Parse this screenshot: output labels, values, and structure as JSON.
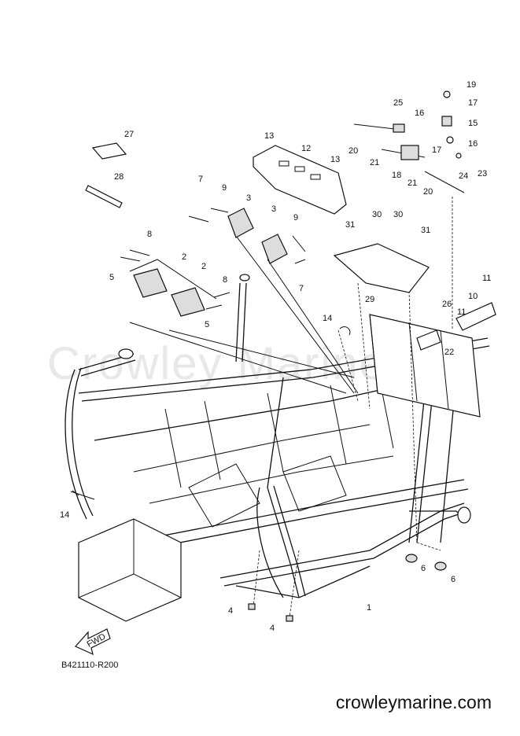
{
  "diagram": {
    "watermark": "Crowley Marine",
    "code": "B421110-R200",
    "website": "crowleymarine.com",
    "fwd_label": "FWD",
    "callouts": [
      "1",
      "2",
      "2",
      "3",
      "3",
      "4",
      "4",
      "5",
      "5",
      "6",
      "6",
      "7",
      "7",
      "8",
      "8",
      "9",
      "9",
      "10",
      "11",
      "11",
      "12",
      "13",
      "13",
      "14",
      "14",
      "15",
      "16",
      "16",
      "17",
      "17",
      "18",
      "19",
      "20",
      "20",
      "21",
      "21",
      "22",
      "23",
      "24",
      "25",
      "26",
      "27",
      "28",
      "29",
      "30",
      "30",
      "31",
      "31"
    ]
  }
}
